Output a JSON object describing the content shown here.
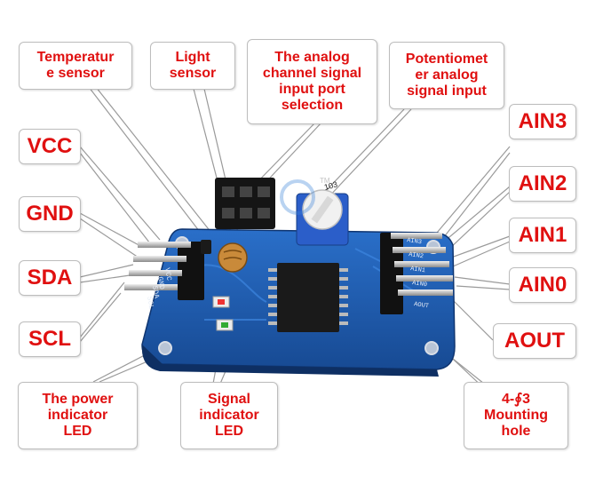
{
  "labels": {
    "temp_sensor": "Temperatur\ne sensor",
    "light_sensor": "Light\nsensor",
    "analog_select": "The analog\nchannel signal\ninput port\nselection",
    "pot_input": "Potentiomet\ner analog\nsignal input",
    "vcc": "VCC",
    "gnd": "GND",
    "sda": "SDA",
    "scl": "SCL",
    "ain3": "AIN3",
    "ain2": "AIN2",
    "ain1": "AIN1",
    "ain0": "AIN0",
    "aout": "AOUT",
    "power_led": "The power\nindicator\nLED",
    "signal_led": "Signal\nindicator\nLED",
    "mounting_hole": "4-∮3\nMounting\nhole"
  },
  "board": {
    "pot_marking": "103",
    "left_pin_labels": [
      "VCC",
      "GND",
      "SDA",
      "SCL"
    ],
    "right_pin_labels": [
      "AIN3",
      "AIN2",
      "AIN1",
      "AIN0",
      "AOUT"
    ],
    "trademark": "TM"
  },
  "colors": {
    "label_text": "#e01010",
    "board": "#1f5fb5",
    "chip": "#1a1a1a"
  }
}
